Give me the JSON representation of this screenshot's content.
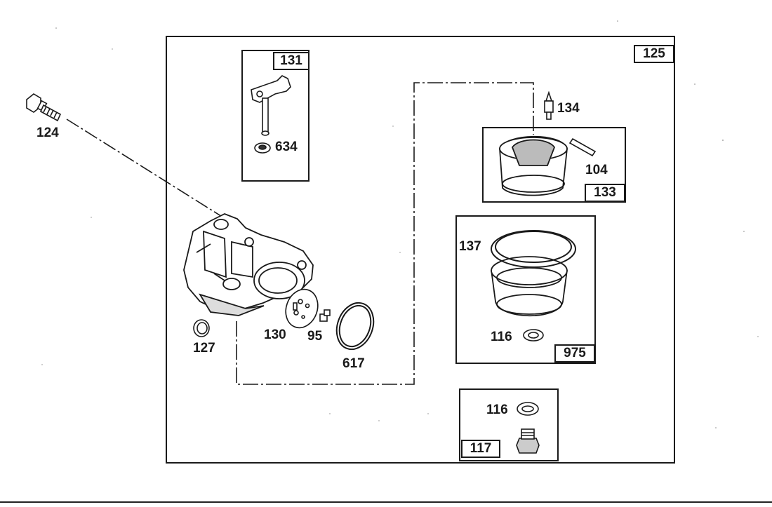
{
  "parts": {
    "p124": "124",
    "p127": "127",
    "p130": "130",
    "p95": "95",
    "p617": "617",
    "p634": "634",
    "p134": "134",
    "p104": "104",
    "p137": "137",
    "p116a": "116",
    "p116b": "116"
  },
  "kits": {
    "k125": "125",
    "k131": "131",
    "k133": "133",
    "k975": "975",
    "k117": "117"
  }
}
